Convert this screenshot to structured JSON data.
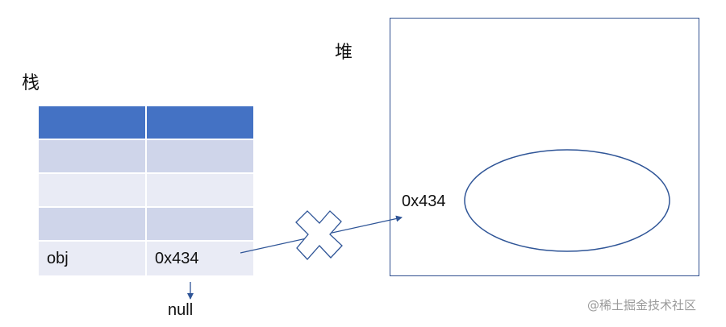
{
  "stack": {
    "title": "栈",
    "header": [
      "",
      ""
    ],
    "rows": [
      [
        "",
        ""
      ],
      [
        "",
        ""
      ],
      [
        "",
        ""
      ],
      [
        "obj",
        "0x434"
      ]
    ]
  },
  "heap": {
    "title": "堆",
    "object_address": "0x434"
  },
  "null_label": "null",
  "watermark": "@稀土掘金技术社区",
  "colors": {
    "header": "#4472c4",
    "row_dark": "#cfd5ea",
    "row_light": "#e9ebf5",
    "line": "#2f5597"
  }
}
